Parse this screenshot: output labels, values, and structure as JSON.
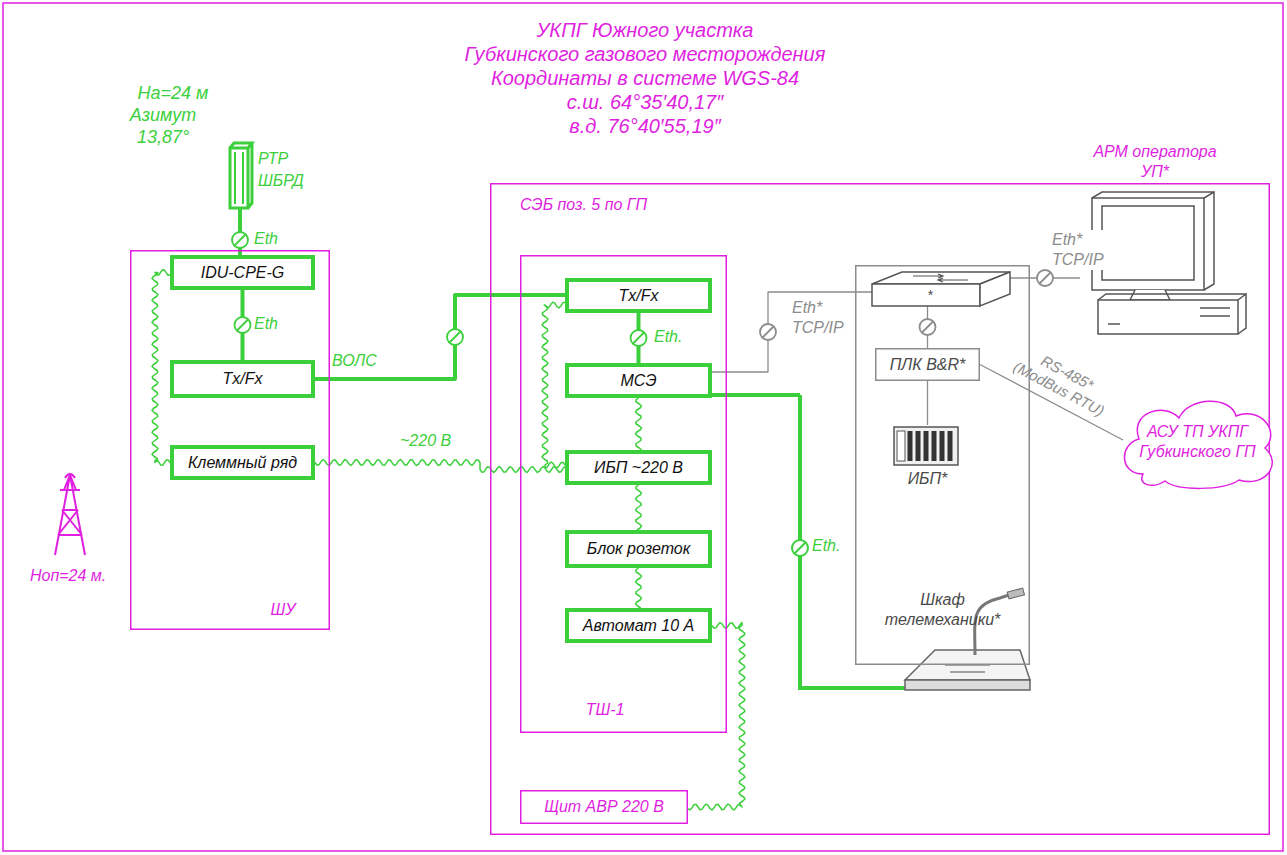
{
  "diagram": {
    "title": "УКПГ Южного участка",
    "nodes": [
      {
        "text": [
          "ШУ"
        ]
      },
      {
        "text": [
          "IDU-CPE-G"
        ],
        "in": 0
      },
      {
        "text": [
          "Tx/Fx"
        ],
        "in": 0
      },
      {
        "text": [
          "Клеммный ряд"
        ],
        "in": 0
      },
      {
        "text": [
          "СЭБ поз. 5 по ГП"
        ]
      },
      {
        "text": [
          "ТШ-1"
        ],
        "in": 4
      },
      {
        "text": [
          "Tx/Fx"
        ],
        "in": 5
      },
      {
        "text": [
          "МСЭ"
        ],
        "in": 5
      },
      {
        "text": [
          "ИБП ~220 В"
        ],
        "in": 5
      },
      {
        "text": [
          "Блок розеток"
        ],
        "in": 5
      },
      {
        "text": [
          "Автомат 10 А"
        ],
        "in": 5
      },
      {
        "text": [
          "Щит АВР 220 В"
        ],
        "in": 4
      },
      {
        "text": [
          "Шкаф телемеханики*"
        ],
        "in": 4
      },
      {
        "text": [
          "ПЛК B&R*"
        ],
        "in": 12
      },
      {
        "text": [
          "АРМ оператора УП*"
        ]
      },
      {
        "text": [
          "АСУ ТП УКПГ Губкинского ГП"
        ]
      },
      {
        "text": [
          "РТР ШБРД"
        ]
      },
      {
        "text": [
          "*"
        ],
        "in": 12
      },
      {
        "text": [
          "ИБП*"
        ],
        "in": 12
      }
    ],
    "edges": [
      {
        "from": 16,
        "to": 1,
        "label": "Eth",
        "arrow": "none"
      },
      {
        "from": 1,
        "to": 2,
        "label": "Eth",
        "arrow": "none"
      },
      {
        "from": 2,
        "to": 6,
        "label": "ВОЛС",
        "arrow": "none"
      },
      {
        "from": 6,
        "to": 7,
        "label": "Eth.",
        "arrow": "none"
      },
      {
        "from": 3,
        "to": 8,
        "label": "~220 В",
        "arrow": "none"
      },
      {
        "from": 3,
        "to": 1,
        "arrow": "none"
      },
      {
        "from": 8,
        "to": 6,
        "arrow": "none"
      },
      {
        "from": 7,
        "to": 8,
        "arrow": "none"
      },
      {
        "from": 8,
        "to": 9,
        "arrow": "none"
      },
      {
        "from": 9,
        "to": 10,
        "arrow": "none"
      },
      {
        "from": 10,
        "to": 11,
        "arrow": "none"
      },
      {
        "from": 7,
        "to": 17,
        "label": "Eth* TCP/IP",
        "arrow": "none"
      },
      {
        "from": 17,
        "to": 14,
        "label": "Eth* TCP/IP",
        "arrow": "none"
      },
      {
        "from": 17,
        "to": 13,
        "arrow": "none"
      },
      {
        "from": 13,
        "to": 18,
        "arrow": "none"
      },
      {
        "from": 13,
        "to": 15,
        "label": "RS-485* (ModBus RTU)",
        "arrow": "none"
      }
    ],
    "labels": [
      "Губкинского газового месторождения",
      "Координаты в системе WGS-84",
      "с.ш. 64°35′40,17″",
      "в.д. 76°40′55,19″",
      "На=24 м",
      "Азимут 13,87°",
      "Hоп=24 м.",
      "Eth."
    ]
  }
}
